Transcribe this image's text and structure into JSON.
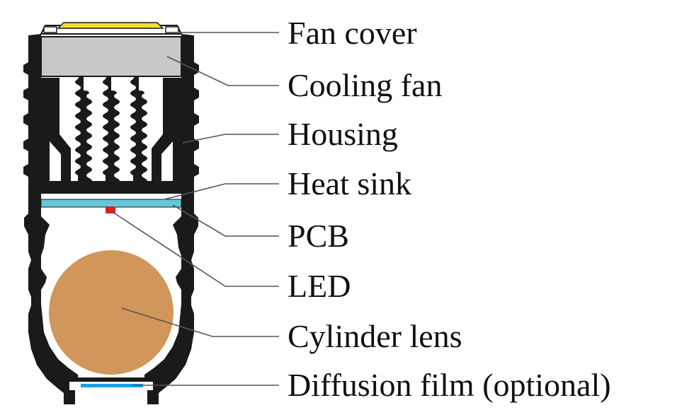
{
  "labels": {
    "fan_cover": "Fan cover",
    "cooling_fan": "Cooling fan",
    "housing": "Housing",
    "heat_sink": "Heat sink",
    "pcb": "PCB",
    "led": "LED",
    "cylinder_lens": "Cylinder lens",
    "diffusion_film": "Diffusion film (optional)"
  },
  "colors": {
    "housing": "#1a1a1a",
    "fan_cover_accent": "#f2e030",
    "cooling_fan": "#c8c8c8",
    "pcb": "#66c7d6",
    "led": "#e11e1e",
    "lens": "#d0965a",
    "diffusion_film": "#1a9fe0",
    "leader_line": "#555555"
  }
}
